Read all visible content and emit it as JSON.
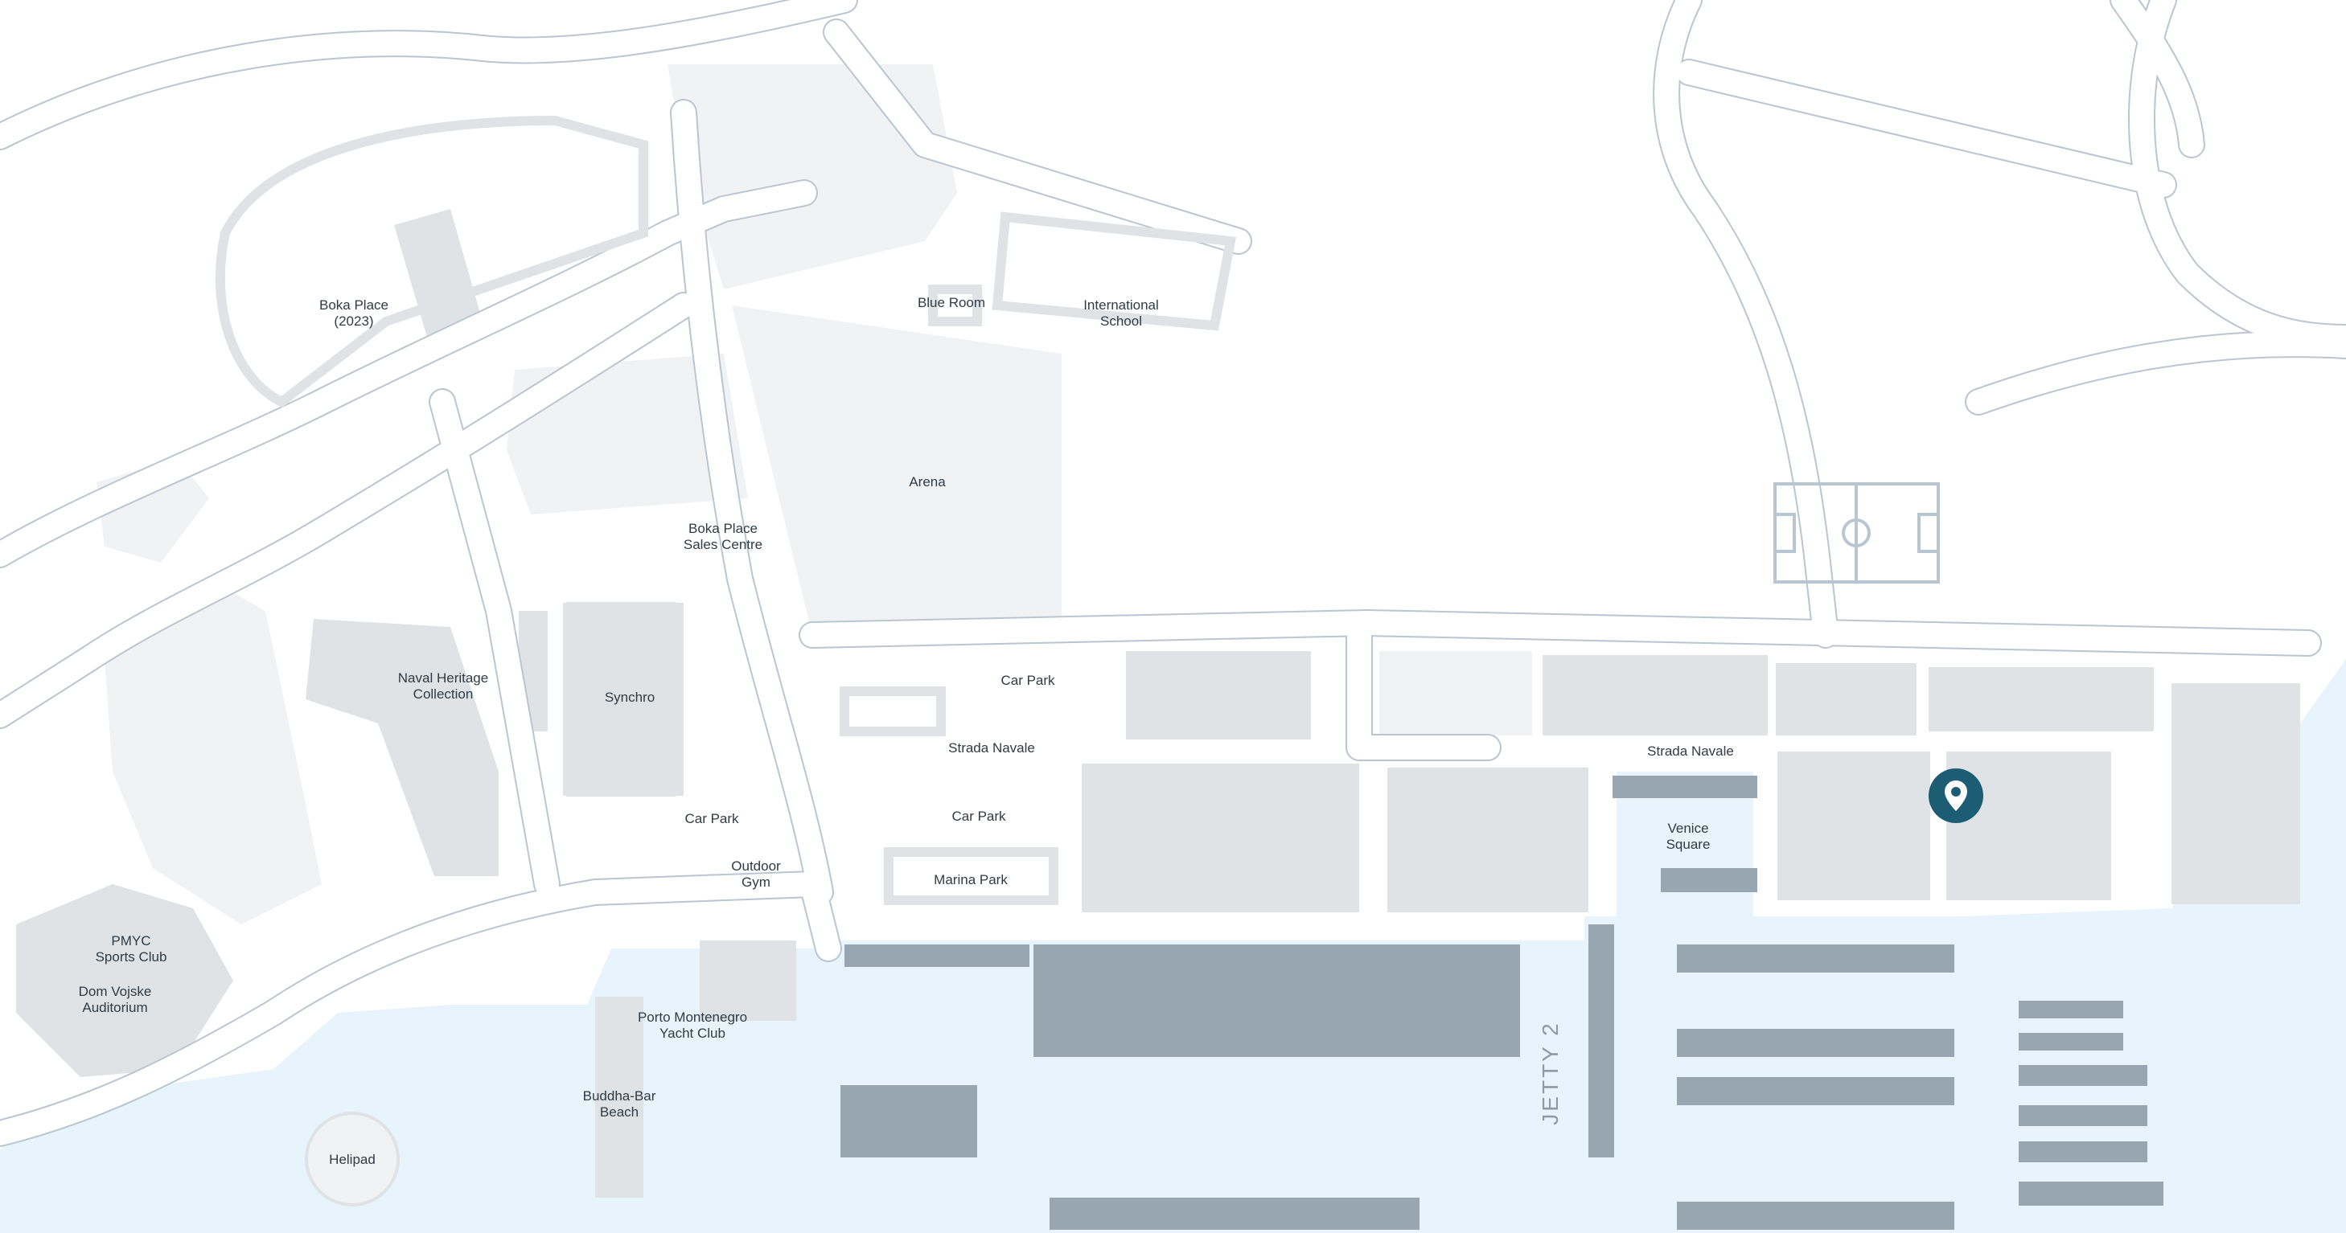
{
  "map": {
    "colors": {
      "background": "#ffffff",
      "water": "#e8f4fc",
      "road_fill": "#ffffff",
      "road_edge": "#b9c6d1",
      "building": "#dfe3e6",
      "plot": "#f1f2f3",
      "boat": "#98a6b1",
      "pin": "#1d5d74"
    },
    "labels": {
      "boka_place": "Boka Place\n(2023)",
      "blue_room": "Blue Room",
      "international_school": "International\nSchool",
      "arena": "Arena",
      "boka_sales": "Boka Place\nSales Centre",
      "naval_heritage": "Naval Heritage\nCollection",
      "synchro": "Synchro",
      "car_park_1": "Car Park",
      "car_park_2": "Car Park",
      "car_park_3": "Car Park",
      "strada_navale_1": "Strada Navale",
      "strada_navale_2": "Strada Navale",
      "marina_park": "Marina Park",
      "outdoor_gym": "Outdoor\nGym",
      "venice_square": "Venice\nSquare",
      "pmyc": "PMYC\nSports Club",
      "dom_vojske": "Dom Vojske\nAuditorium",
      "yacht_club": "Porto Montenegro\nYacht Club",
      "buddha_bar": "Buddha-Bar\nBeach",
      "helipad": "Helipad",
      "jetty_2": "JETTY 2"
    },
    "icons": {
      "location_pin": "map-pin-icon"
    }
  }
}
